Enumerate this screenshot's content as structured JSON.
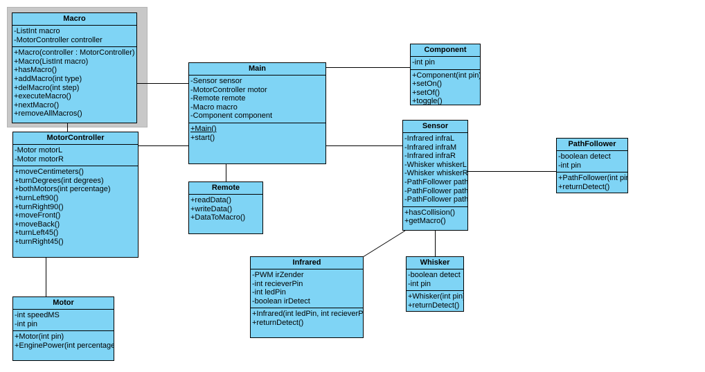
{
  "diagram": {
    "kind": "uml-class-diagram",
    "colors": {
      "class_fill": "#7FD4F5",
      "class_border": "#000000",
      "selection_frame": "#c8c8c8",
      "connector": "#000000",
      "canvas": "#ffffff"
    },
    "classes": [
      {
        "id": "macro",
        "name": "Macro",
        "selected": true,
        "attributes": [
          "-ListInt macro",
          "-MotorController controller"
        ],
        "operations": [
          "+Macro(controller : MotorController)",
          "+Macro(ListInt macro)",
          "+hasMacro()",
          "+addMacro(int type)",
          "+delMacro(int step)",
          "+executeMacro()",
          "+nextMacro()",
          "+removeAllMacros()"
        ]
      },
      {
        "id": "motorcontroller",
        "name": "MotorController",
        "selected": false,
        "attributes": [
          "-Motor motorL",
          "-Motor motorR"
        ],
        "operations": [
          "+moveCentimeters()",
          "+turnDegrees(int degrees)",
          "+bothMotors(int percentage)",
          "+turnLeft90()",
          "+turnRight90()",
          "+moveFront()",
          "+moveBack()",
          "+turnLeft45()",
          "+turnRight45()"
        ]
      },
      {
        "id": "motor",
        "name": "Motor",
        "selected": false,
        "attributes": [
          "-int speedMS",
          "-int pin"
        ],
        "operations": [
          "+Motor(int pin)",
          "+EnginePower(int percentage)"
        ]
      },
      {
        "id": "main",
        "name": "Main",
        "selected": false,
        "attributes": [
          "-Sensor sensor",
          "-MotorController motor",
          "-Remote remote",
          "-Macro macro",
          "-Component component"
        ],
        "operations": [
          "+Main()",
          "+start()"
        ],
        "static_operations": [
          "+Main()"
        ]
      },
      {
        "id": "remote",
        "name": "Remote",
        "selected": false,
        "attributes": [],
        "operations": [
          "+readData()",
          "+writeData()",
          "+DataToMacro()"
        ]
      },
      {
        "id": "component",
        "name": "Component",
        "selected": false,
        "attributes": [
          "-int pin"
        ],
        "operations": [
          "+Component(int pin)",
          "+setOn()",
          "+setOf()",
          "+toggle()"
        ]
      },
      {
        "id": "sensor",
        "name": "Sensor",
        "selected": false,
        "attributes": [
          "-Infrared infraL",
          "-Infrared infraM",
          "-Infrared infraR",
          "-Whisker whiskerL",
          "-Whisker whiskerR",
          "-PathFollower pathL",
          "-PathFollower pathM",
          "-PathFollower pathR"
        ],
        "operations": [
          "+hasCollision()",
          "+getMacro()"
        ]
      },
      {
        "id": "pathfollower",
        "name": "PathFollower",
        "selected": false,
        "attributes": [
          "-boolean detect",
          "-int pin"
        ],
        "operations": [
          "+PathFollower(int pin)",
          "+returnDetect()"
        ]
      },
      {
        "id": "infrared",
        "name": "Infrared",
        "selected": false,
        "attributes": [
          "-PWM irZender",
          "-int recieverPin",
          "-int ledPin",
          "-boolean irDetect"
        ],
        "operations": [
          "+Infrared(int ledPin, int recieverPin)",
          "+returnDetect()"
        ]
      },
      {
        "id": "whisker",
        "name": "Whisker",
        "selected": false,
        "attributes": [
          "-boolean detect",
          "-int pin"
        ],
        "operations": [
          "+Whisker(int pin)",
          "+returnDetect()"
        ]
      }
    ],
    "associations": [
      {
        "from": "macro",
        "to": "main"
      },
      {
        "from": "macro",
        "to": "motorcontroller"
      },
      {
        "from": "motorcontroller",
        "to": "main"
      },
      {
        "from": "motorcontroller",
        "to": "motor"
      },
      {
        "from": "main",
        "to": "component"
      },
      {
        "from": "main",
        "to": "remote"
      },
      {
        "from": "main",
        "to": "sensor"
      },
      {
        "from": "sensor",
        "to": "pathfollower"
      },
      {
        "from": "sensor",
        "to": "infrared"
      },
      {
        "from": "sensor",
        "to": "whisker"
      }
    ]
  }
}
